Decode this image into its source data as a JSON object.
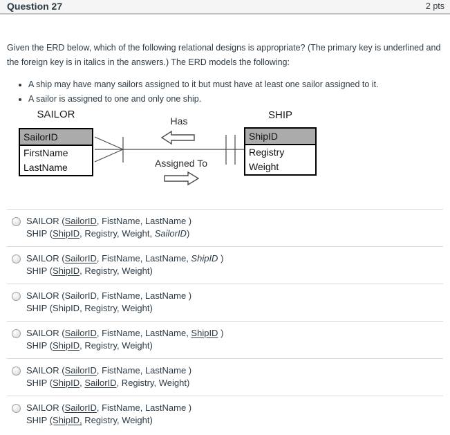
{
  "header": {
    "title": "Question 27",
    "points": "2 pts"
  },
  "question": {
    "prompt": "Given the ERD below, which of the following relational designs is appropriate? (The primary key is underlined and the foreign key is in italics in the answers.) The ERD models the following:",
    "bullets": [
      "A ship may have many sailors assigned to it but must have at least one sailor assigned to it.",
      "A sailor is assigned to one and only one ship."
    ]
  },
  "erd": {
    "sailor": {
      "title": "SAILOR",
      "header": "SailorID",
      "rows": [
        "FirstName",
        "LastName"
      ]
    },
    "ship": {
      "title": "SHIP",
      "header": "ShipID",
      "rows": [
        "Registry",
        "Weight"
      ]
    },
    "relationship": {
      "label_top": "Has",
      "label_bottom": "Assigned To"
    },
    "colors": {
      "entity_header_bg": "#ABABAB",
      "entity_border": "#000000",
      "line": "#4a4a4a"
    }
  },
  "colors": {
    "text": "#2D3B45",
    "header_bg": "#F5F5F5",
    "divider": "#D9D9D9"
  },
  "options": [
    {
      "lines": [
        {
          "segments": [
            {
              "t": "SAILOR ("
            },
            {
              "t": "SailorID",
              "s": "u"
            },
            {
              "t": ", FistName, LastName )"
            }
          ]
        },
        {
          "segments": [
            {
              "t": "SHIP ("
            },
            {
              "t": "ShipID",
              "s": "u"
            },
            {
              "t": ", Registry, Weight, "
            },
            {
              "t": "SailorID",
              "s": "i"
            },
            {
              "t": ")"
            }
          ]
        }
      ]
    },
    {
      "lines": [
        {
          "segments": [
            {
              "t": "SAILOR ("
            },
            {
              "t": "SailorID",
              "s": "u"
            },
            {
              "t": ", FistName, LastName, "
            },
            {
              "t": "ShipID",
              "s": "i"
            },
            {
              "t": " )"
            }
          ]
        },
        {
          "segments": [
            {
              "t": "SHIP ("
            },
            {
              "t": "ShipID",
              "s": "u"
            },
            {
              "t": ", Registry, Weight)"
            }
          ]
        }
      ]
    },
    {
      "lines": [
        {
          "segments": [
            {
              "t": "SAILOR (SailorID, FistName, LastName )"
            }
          ]
        },
        {
          "segments": [
            {
              "t": "SHIP (ShipID, Registry, Weight)"
            }
          ]
        }
      ]
    },
    {
      "lines": [
        {
          "segments": [
            {
              "t": "SAILOR ("
            },
            {
              "t": "SailorID",
              "s": "u"
            },
            {
              "t": ", FistName, LastName, "
            },
            {
              "t": "ShipID",
              "s": "u"
            },
            {
              "t": " )"
            }
          ]
        },
        {
          "segments": [
            {
              "t": "SHIP ("
            },
            {
              "t": "ShipID",
              "s": "u"
            },
            {
              "t": ", Registry, Weight)"
            }
          ]
        }
      ]
    },
    {
      "lines": [
        {
          "segments": [
            {
              "t": "SAILOR ("
            },
            {
              "t": "SailorID",
              "s": "u"
            },
            {
              "t": ", FistName, LastName )"
            }
          ]
        },
        {
          "segments": [
            {
              "t": "SHIP ("
            },
            {
              "t": "ShipID",
              "s": "u"
            },
            {
              "t": ", "
            },
            {
              "t": "SailorID",
              "s": "u"
            },
            {
              "t": ", Registry, Weight)"
            }
          ]
        }
      ]
    },
    {
      "lines": [
        {
          "segments": [
            {
              "t": "SAILOR ("
            },
            {
              "t": "SailorID",
              "s": "u"
            },
            {
              "t": ", FistName, LastName )"
            }
          ]
        },
        {
          "segments": [
            {
              "t": "SHIP "
            },
            {
              "t": "(ShipID,",
              "s": "u"
            },
            {
              "t": " Registry, Weight)"
            }
          ]
        }
      ]
    }
  ]
}
